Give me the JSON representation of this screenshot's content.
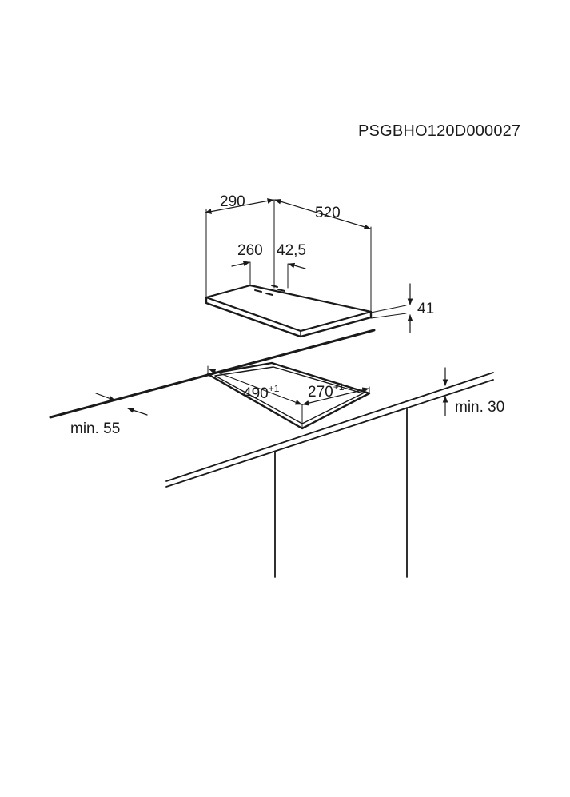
{
  "document_id": "PSGBHO120D000027",
  "hob_dimensions": {
    "depth": "290",
    "width": "520",
    "burner_offset": "260",
    "burner_offset_side": "42,5",
    "height": "41"
  },
  "cutout_dimensions": {
    "width": "490",
    "width_tolerance": "+1",
    "depth": "270",
    "depth_tolerance": "+1",
    "min_rear_distance": "min. 55",
    "min_front_distance": "min. 30"
  }
}
